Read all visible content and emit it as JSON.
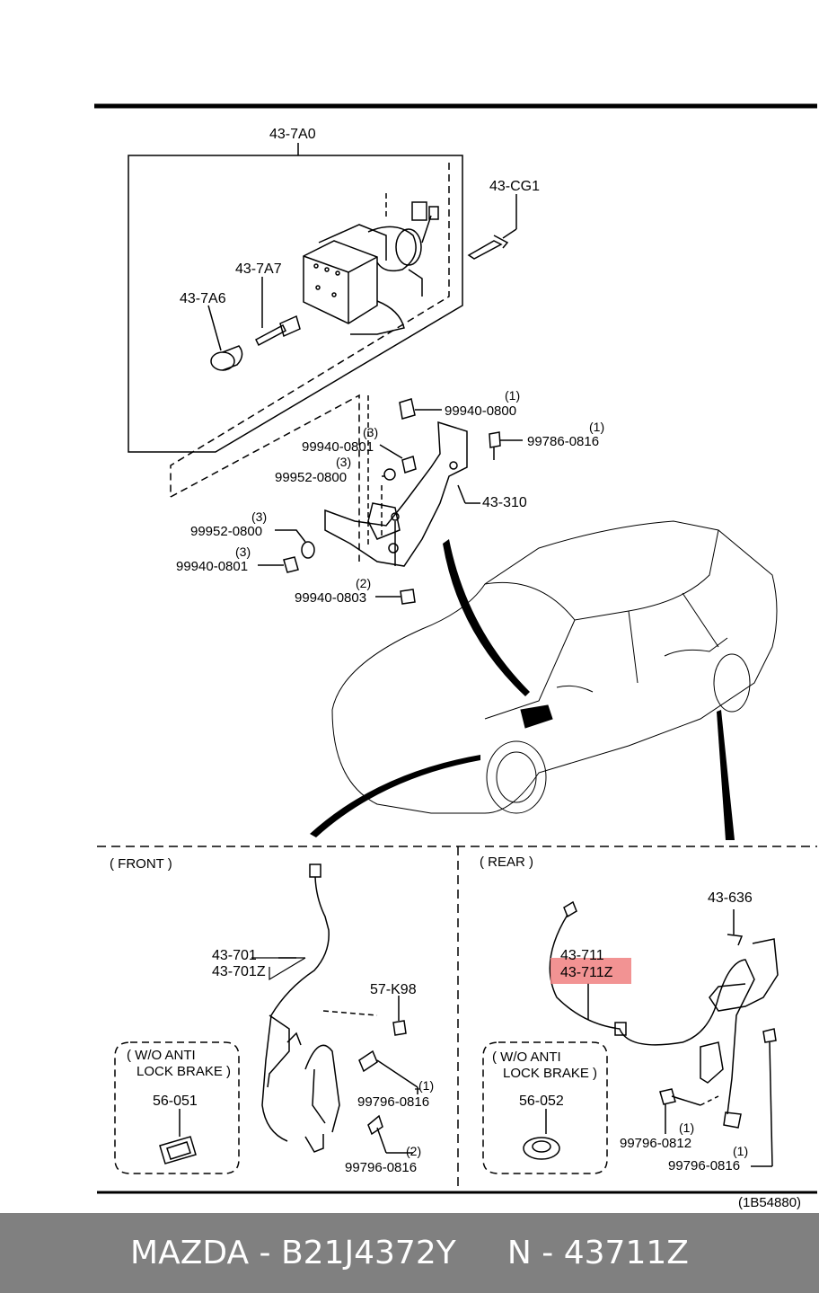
{
  "labels": {
    "assembly": "43-7A0",
    "cg1": "43-CG1",
    "a7": "43-7A7",
    "a6": "43-7A6",
    "b310": "43-310",
    "n0800_qty": "(1)",
    "n0800": "99940-0800",
    "n0801a_qty": "(3)",
    "n0801a": "99940-0801",
    "b0816_qty": "(1)",
    "b0816": "99786-0816",
    "w0800a_qty": "(3)",
    "w0800a": "99952-0800",
    "w0800b_qty": "(3)",
    "w0800b": "99952-0800",
    "n0801b_qty": "(3)",
    "n0801b": "99940-0801",
    "n0803_qty": "(2)",
    "n0803": "99940-0803",
    "front_title": "( FRONT )",
    "rear_title": "( REAR )",
    "f701": "43-701",
    "f701z": "43-701Z",
    "k98": "57-K98",
    "fb1_qty": "(1)",
    "fb1": "99796-0816",
    "fb2_qty": "(2)",
    "fb2": "99796-0816",
    "wo_front_1": "( W/O ANTI",
    "wo_front_2": "LOCK BRAKE )",
    "p56051": "56-051",
    "r636": "43-636",
    "r711": "43-711",
    "r711z": "43-711Z",
    "wo_rear_1": "( W/O ANTI",
    "wo_rear_2": "LOCK BRAKE )",
    "p56052": "56-052",
    "rb0812_qty": "(1)",
    "rb0812": "99796-0812",
    "rb0816_qty": "(1)",
    "rb0816": "99796-0816",
    "diagram_id": "(1B54880)"
  },
  "highlight_color": "#f08080",
  "footer": {
    "text": "MAZDA - B21J4372Y     N - 43711Z",
    "background": "#808080"
  }
}
